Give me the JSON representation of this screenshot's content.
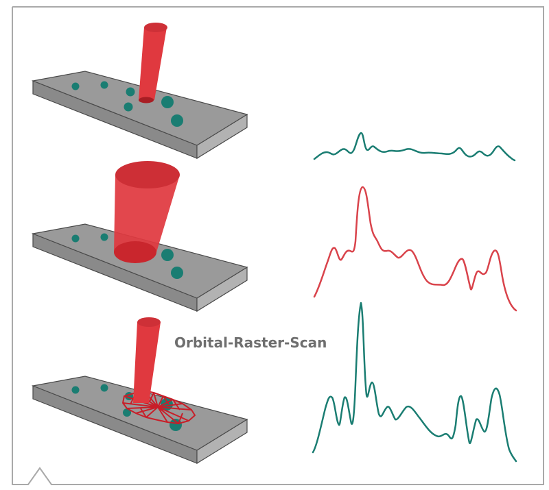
{
  "diagram": {
    "label": "Orbital-Raster-Scan",
    "colors": {
      "frame": "#a9a9a9",
      "slide_top": "#9a9a9a",
      "slide_front": "#8a8a8a",
      "slide_side": "#b2b2b2",
      "slide_edge": "#4a4a4a",
      "beam": "#e0393f",
      "particle": "#1a7d72",
      "trace_teal": "#1a7d72",
      "trace_red": "#d9434b",
      "scan_path": "#c81e28",
      "label": "#6e6e6e"
    },
    "panels": [
      {
        "name": "narrow-beam",
        "beam": "narrow",
        "trace_color": "teal"
      },
      {
        "name": "wide-beam",
        "beam": "wide",
        "trace_color": "red"
      },
      {
        "name": "orbital-raster-scan",
        "beam": "narrow-orbital",
        "trace_color": "teal"
      }
    ]
  }
}
